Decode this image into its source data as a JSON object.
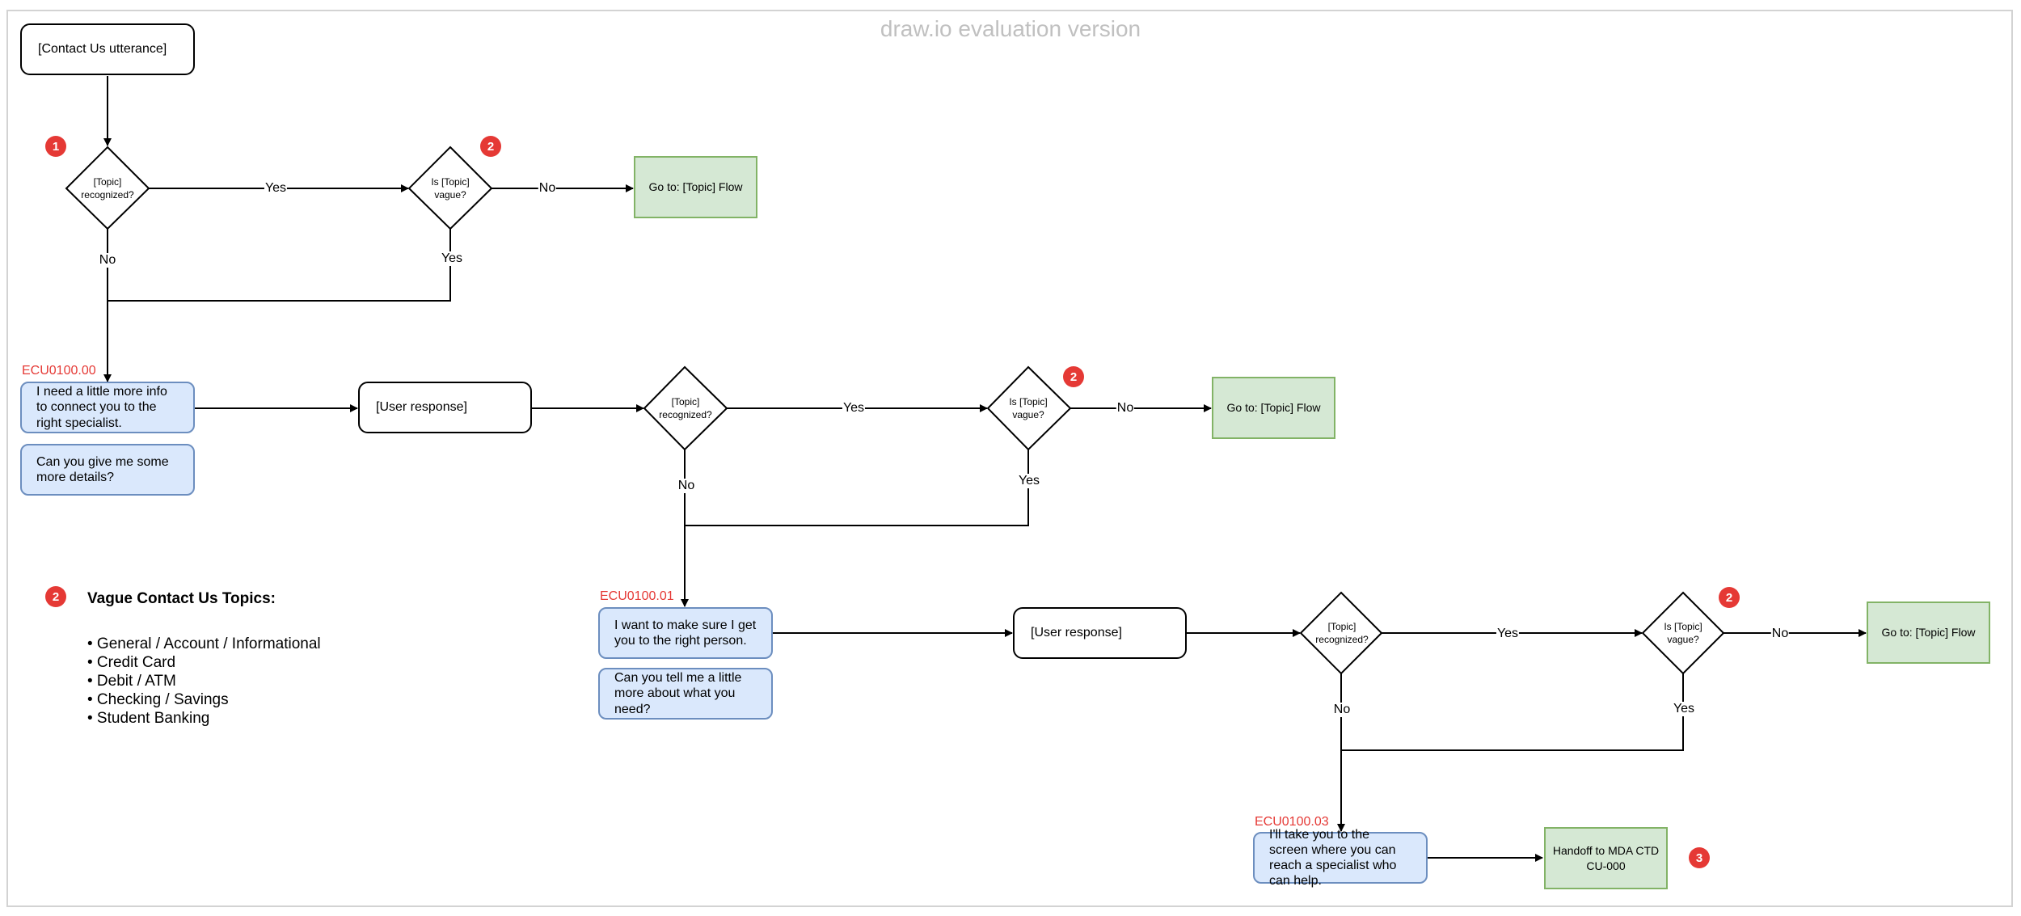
{
  "watermark": "draw.io evaluation version",
  "start": "[Contact Us utterance]",
  "levels": [
    {
      "recognized": "[Topic] recognized?",
      "vague": "Is [Topic] vague?",
      "yes1": "Yes",
      "no1": "No",
      "no2": "No",
      "yes2": "Yes",
      "goto": "Go to: [Topic] Flow"
    },
    {
      "code": "ECU0100.00",
      "msg1": "I need a little more info to connect you to the right specialist.",
      "msg2": "Can you give me some more details?",
      "user": "[User response]",
      "recognized": "[Topic] recognized?",
      "vague": "Is [Topic] vague?",
      "yes1": "Yes",
      "no1": "No",
      "no2": "No",
      "yes2": "Yes",
      "goto": "Go to: [Topic] Flow"
    },
    {
      "code": "ECU0100.01",
      "msg1": "I want to make sure I get you to the right person.",
      "msg2": "Can you tell me a little more about what you need?",
      "user": "[User response]",
      "recognized": "[Topic] recognized?",
      "vague": "Is [Topic] vague?",
      "yes1": "Yes",
      "no1": "No",
      "no2": "No",
      "yes2": "Yes",
      "goto": "Go to: [Topic] Flow"
    }
  ],
  "final": {
    "code": "ECU0100.03",
    "msg": "I'll take you to the screen where you can reach a specialist who can help.",
    "handoff": "Handoff to MDA CTD CU-000"
  },
  "badges": {
    "one": "1",
    "two": "2",
    "three": "3"
  },
  "legend": {
    "title": "Vague Contact Us Topics:",
    "items": [
      "• General / Account / Informational",
      "• Credit Card",
      "• Debit / ATM",
      "• Checking / Savings",
      "• Student Banking"
    ]
  },
  "colors": {
    "bubble_fill": "#dae8fc",
    "bubble_stroke": "#6c8ebf",
    "green_fill": "#d5e8d4",
    "green_stroke": "#82b366",
    "badge": "#e53935",
    "code": "#e53935"
  }
}
